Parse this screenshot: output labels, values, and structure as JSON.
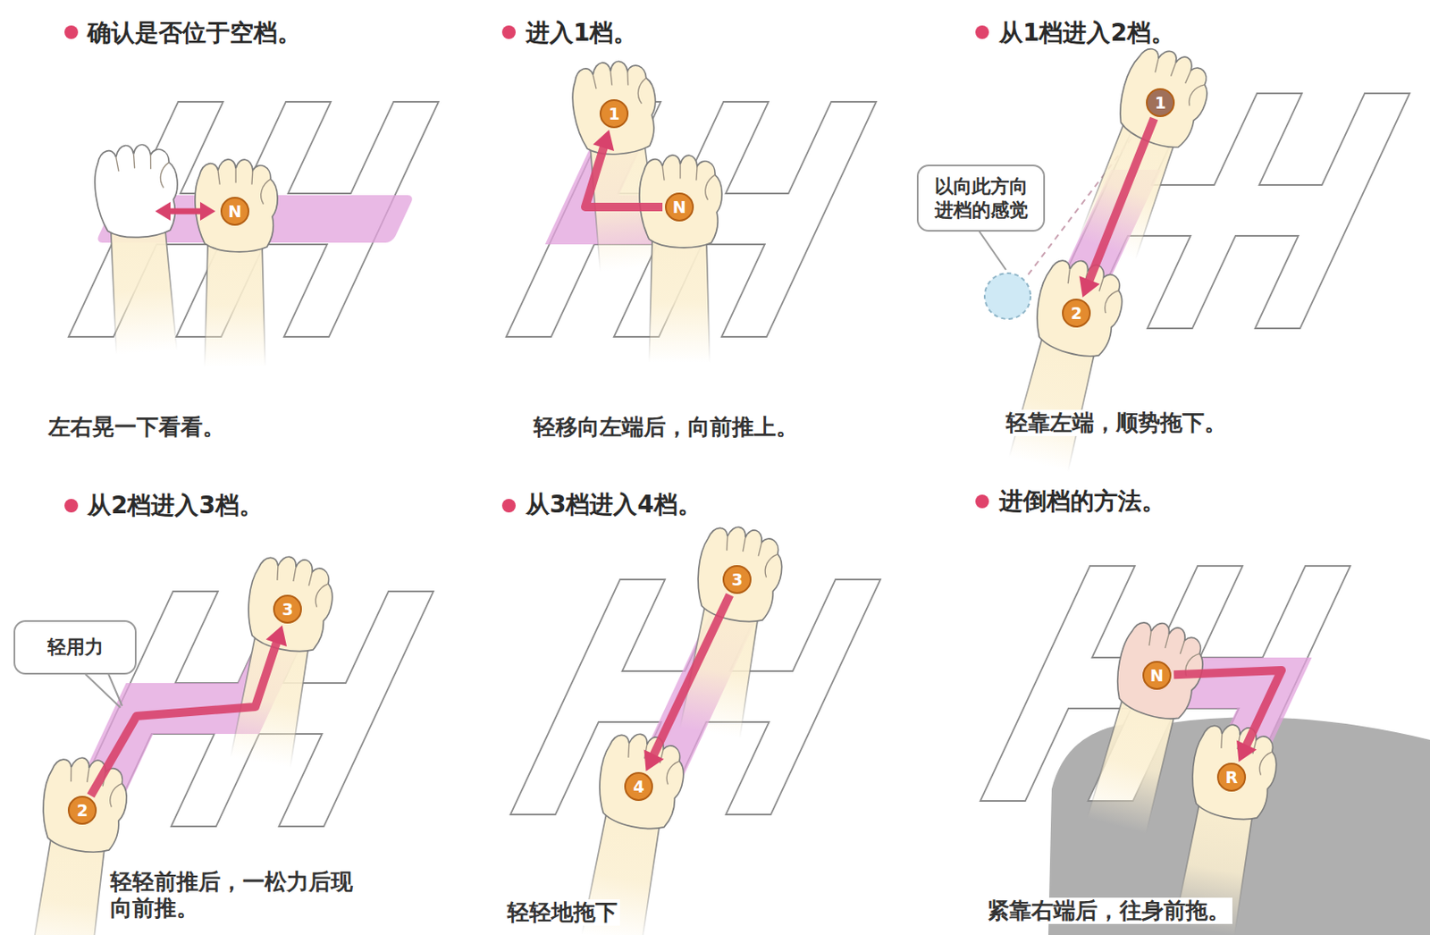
{
  "diagram": {
    "nodes": [
      {
        "text": [
          "N"
        ]
      },
      {
        "text": [
          "1"
        ]
      },
      {
        "text": [
          "N"
        ]
      },
      {
        "text": [
          "1"
        ]
      },
      {
        "text": [
          "以向此方向 进档的感觉"
        ]
      },
      {
        "text": [
          "2"
        ]
      },
      {
        "text": [
          "轻用力"
        ]
      },
      {
        "text": [
          "3"
        ]
      },
      {
        "text": [
          "2"
        ]
      },
      {
        "text": [
          "3"
        ]
      },
      {
        "text": [
          "4"
        ]
      },
      {
        "text": [
          "N"
        ]
      },
      {
        "text": [
          "R"
        ]
      }
    ],
    "edges": [
      {
        "from": 2,
        "to": 1,
        "arrow": "to"
      },
      {
        "from": 3,
        "to": 5,
        "arrow": "to"
      },
      {
        "from": 8,
        "to": 7,
        "arrow": "to"
      },
      {
        "from": 9,
        "to": 10,
        "arrow": "to"
      },
      {
        "from": 11,
        "to": 12,
        "arrow": "to"
      }
    ],
    "labels": [
      "确认是否位于空档。",
      "左右晃一下看看。",
      "进入1档。",
      "轻移向左端后，向前推上。",
      "从1档进入2档。",
      "轻靠左端，顺势拖下。",
      "从2档进入3档。",
      "轻轻前推后，一松力后现 向前推。",
      "从3档进入4档。",
      "轻轻地拖下",
      "进倒档的方法。",
      "紧靠右端后，往身前拖。"
    ]
  }
}
